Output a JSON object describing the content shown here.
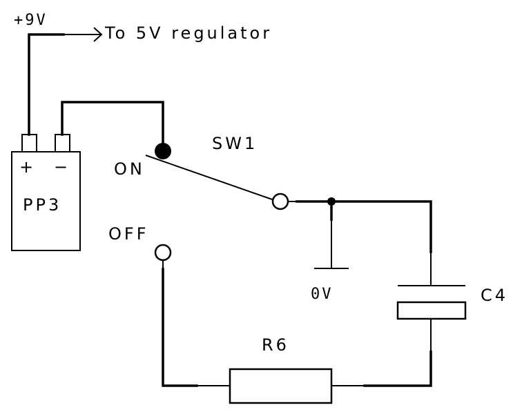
{
  "diagram": {
    "title": "Battery switch circuit",
    "labels": {
      "supply": "+9V",
      "regulator": "To 5V regulator",
      "battery": "PP3",
      "battery_plus": "+",
      "battery_minus": "−",
      "switch": "SW1",
      "switch_on": "ON",
      "switch_off": "OFF",
      "ground": "0V",
      "capacitor": "C4",
      "resistor": "R6"
    },
    "components": [
      {
        "id": "PP3",
        "type": "battery"
      },
      {
        "id": "SW1",
        "type": "switch-spdt",
        "state": "ON"
      },
      {
        "id": "C4",
        "type": "capacitor-polarized"
      },
      {
        "id": "R6",
        "type": "resistor"
      }
    ],
    "colors": {
      "line": "#000000",
      "background": "#ffffff"
    }
  }
}
